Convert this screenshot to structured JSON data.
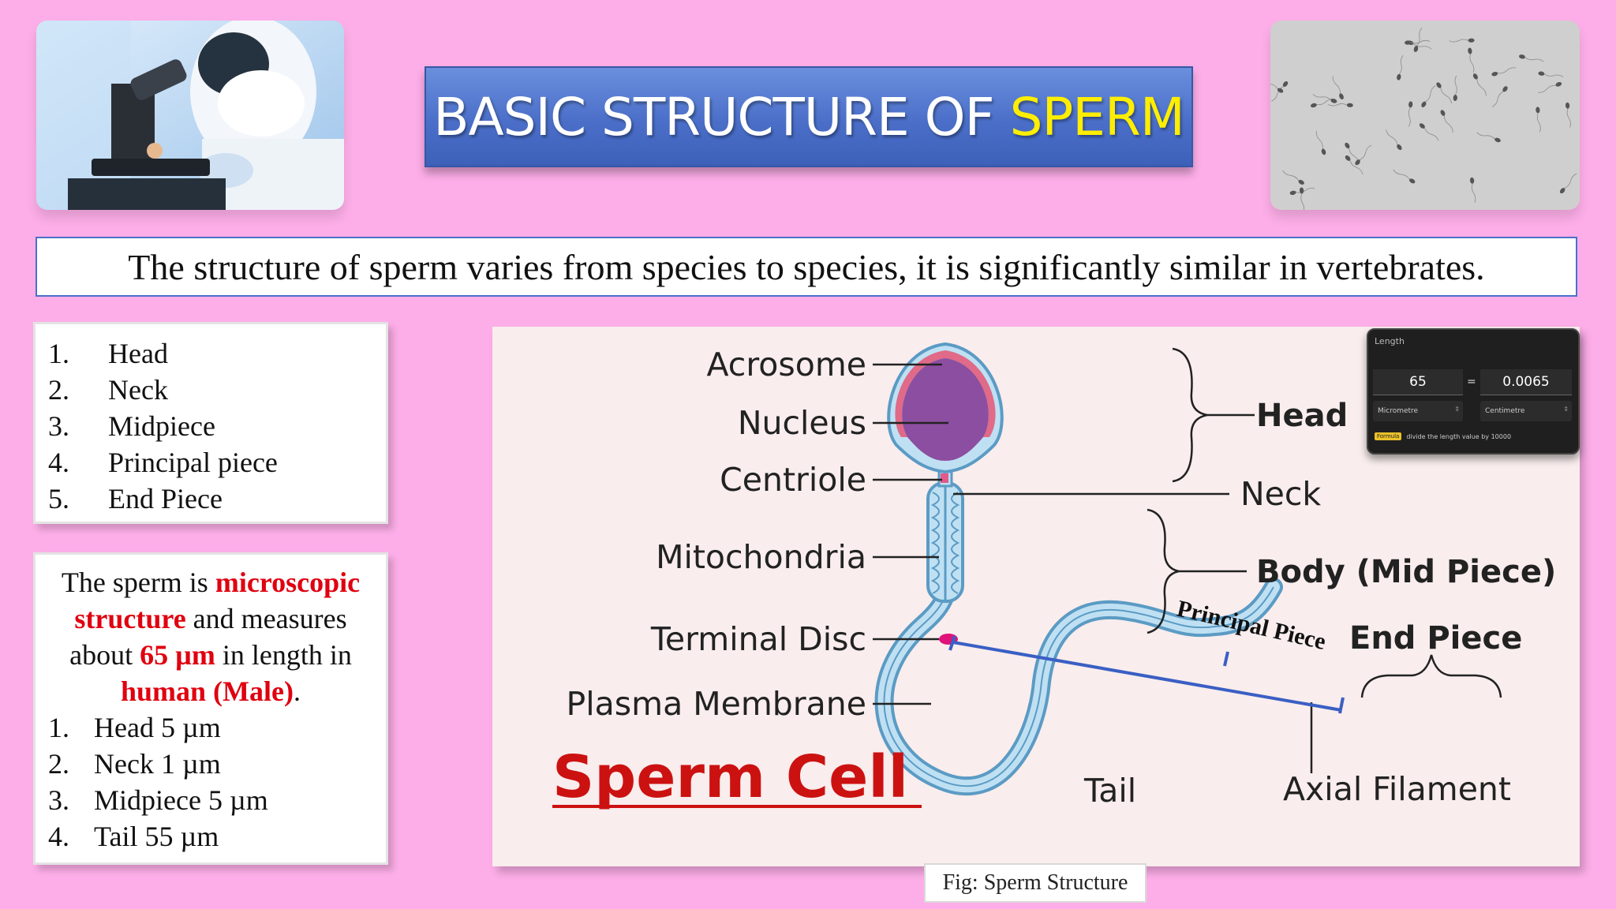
{
  "title": {
    "main": "BASIC STRUCTURE OF",
    "highlight": "SPERM"
  },
  "description": "The structure of sperm varies from species to species, it is significantly similar in vertebrates.",
  "parts_list": [
    {
      "num": "1.",
      "label": "Head"
    },
    {
      "num": "2.",
      "label": "Neck"
    },
    {
      "num": "3.",
      "label": "Midpiece"
    },
    {
      "num": "4.",
      "label": "Principal piece"
    },
    {
      "num": "5.",
      "label": "End Piece"
    }
  ],
  "size_info": {
    "t1": "The sperm is ",
    "r1": "microscopic structure",
    "t2": " and measures about ",
    "r2": "65 µm",
    "t3": " in length in ",
    "r3": "human (Male)",
    "t4": ".",
    "items": [
      {
        "num": "1.",
        "label": "Head 5 µm"
      },
      {
        "num": "2.",
        "label": "Neck 1 µm"
      },
      {
        "num": "3.",
        "label": "Midpiece 5 µm"
      },
      {
        "num": "4.",
        "label": "Tail 55 µm"
      }
    ]
  },
  "diagram": {
    "labels": {
      "acrosome": "Acrosome",
      "nucleus": "Nucleus",
      "centriole": "Centriole",
      "mitochondria": "Mitochondria",
      "terminal_disc": "Terminal Disc",
      "plasma_membrane": "Plasma Membrane",
      "head": "Head",
      "neck": "Neck",
      "body": "Body (Mid Piece)",
      "principal_piece": "Principal Piece",
      "end_piece": "End Piece",
      "tail": "Tail",
      "axial_filament": "Axial Filament",
      "title": "Sperm Cell"
    },
    "colors": {
      "title": "#cc1111",
      "outline": "#5b9bc4",
      "nucleus": "#8c4ea0",
      "acrosome": "#e06a88",
      "blue_line": "#3a5fc4"
    }
  },
  "converter": {
    "title": "Length",
    "input_value": "65",
    "output_value": "0.0065",
    "equals": "=",
    "from_unit": "Micrometre",
    "to_unit": "Centimetre",
    "formula_tag": "Formula",
    "formula_text": "divide the length value by 10000"
  },
  "caption": "Fig: Sperm Structure"
}
